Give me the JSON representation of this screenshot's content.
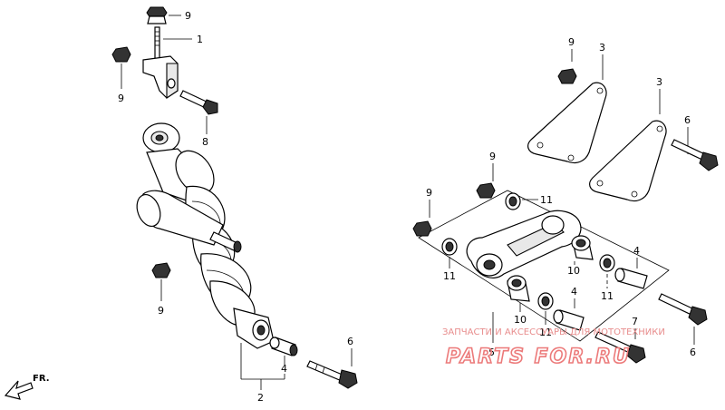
{
  "callouts": {
    "c9a": "9",
    "c1": "1",
    "c9b": "9",
    "c8": "8",
    "c9c": "9",
    "c4a": "4",
    "c2": "2",
    "c6a": "6",
    "c9d": "9",
    "c3a": "3",
    "c3b": "3",
    "c6b": "6",
    "c9e": "9",
    "c9f": "9",
    "c11a": "11",
    "c11b": "11",
    "c10a": "10",
    "c4b": "4",
    "c11c": "11",
    "c10b": "10",
    "c4c": "4",
    "c11d": "11",
    "c5": "5",
    "c7": "7",
    "c6c": "6"
  },
  "direction_label": "FR.",
  "watermark": {
    "caption": "ЗАПЧАСТИ И АКСЕССУАРЫ ДЛЯ МОТОТЕХНИКИ",
    "logo": "PARTS FOR.RU"
  },
  "colors": {
    "ink": "#000000",
    "watermark": "#e88d8d"
  }
}
